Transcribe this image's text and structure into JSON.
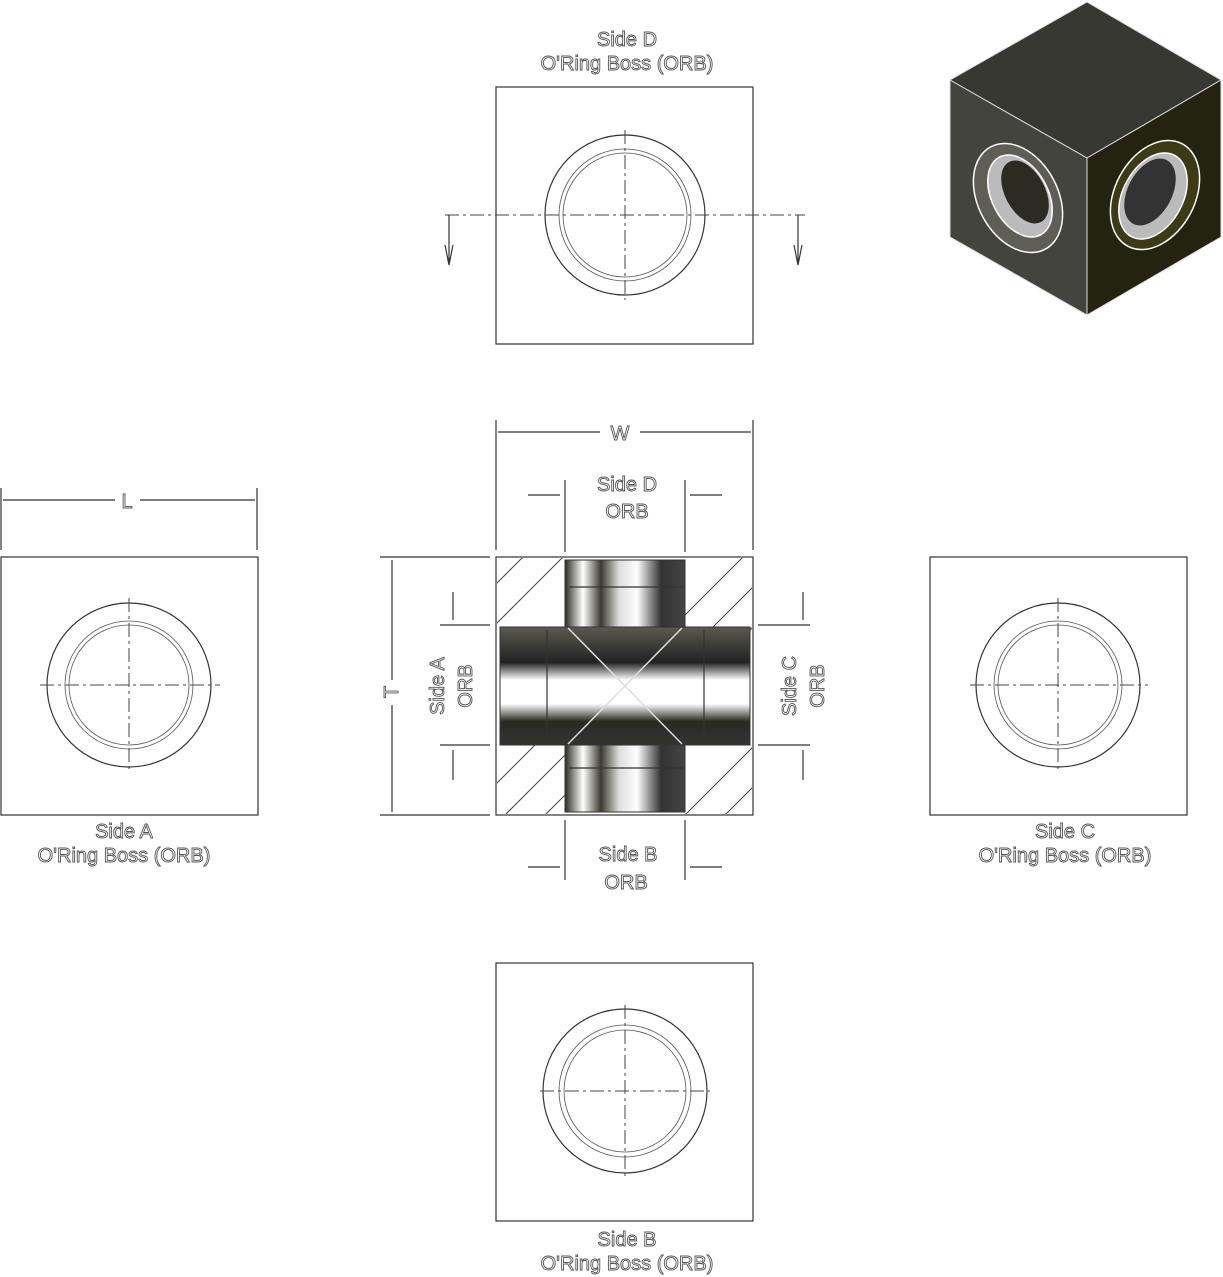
{
  "views": {
    "top": {
      "line1": "Side D",
      "line2": "O'Ring Boss (ORB)"
    },
    "left": {
      "line1": "Side A",
      "line2": "O'Ring Boss (ORB)"
    },
    "right": {
      "line1": "Side C",
      "line2": "O'Ring Boss (ORB)"
    },
    "bottom": {
      "line1": "Side B",
      "line2": "O'Ring Boss (ORB)"
    }
  },
  "section": {
    "side_d": {
      "line1": "Side D",
      "line2": "ORB"
    },
    "side_b": {
      "line1": "Side B",
      "line2": "ORB"
    },
    "side_a": {
      "line1": "Side A",
      "line2": "ORB"
    },
    "side_c": {
      "line1": "Side C",
      "line2": "ORB"
    }
  },
  "dimensions": {
    "width": "W",
    "length": "L",
    "thickness": "T"
  },
  "colors": {
    "cube_top": "#383833",
    "cube_left": "#44443e",
    "cube_right": "#24230f",
    "line": "#333333"
  }
}
